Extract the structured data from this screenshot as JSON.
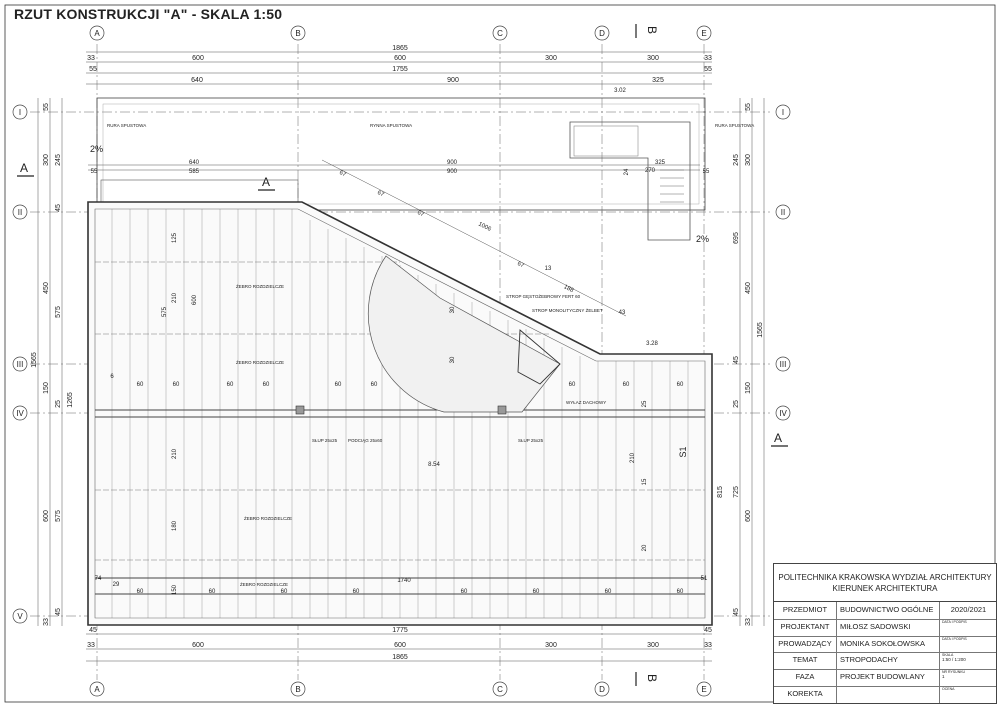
{
  "title": "RZUT KONSTRUKCJI \"A\" - SKALA 1:50",
  "axes_letters": [
    "A",
    "B",
    "C",
    "D",
    "E"
  ],
  "axes_roman": [
    "I",
    "II",
    "III",
    "IV",
    "V"
  ],
  "section_marks": {
    "a": "A",
    "b": "B"
  },
  "dims_top": {
    "total": "1865",
    "row2": [
      "33",
      "600",
      "600",
      "300",
      "300",
      "33"
    ],
    "row3": [
      "55",
      "1755",
      "55"
    ],
    "row4": [
      "640",
      "900",
      "325"
    ]
  },
  "dims_bottom": {
    "row1": [
      "45",
      "1775",
      "45"
    ],
    "row2": [
      "33",
      "600",
      "600",
      "300",
      "300",
      "33"
    ],
    "total": "1865"
  },
  "dims_left_outer": [
    "1565"
  ],
  "dims_left": [
    "55",
    "245",
    "300",
    "45",
    "450",
    "575",
    "1265",
    "150",
    "25",
    "600",
    "575",
    "45",
    "33"
  ],
  "dims_right": [
    "55",
    "245",
    "300",
    "695",
    "450",
    "1565",
    "45",
    "150",
    "25",
    "815",
    "725",
    "600",
    "45",
    "33"
  ],
  "inner_dims": [
    "640",
    "585",
    "900",
    "900",
    "55",
    "55",
    "3.02",
    "3.28",
    "8.54",
    "1006",
    "188",
    "13",
    "43",
    "600",
    "575",
    "210",
    "125",
    "210",
    "180",
    "210",
    "150",
    "20",
    "15",
    "25",
    "6",
    "29",
    "74",
    "51",
    "1740",
    "270",
    "325",
    "67",
    "60",
    "30",
    "24",
    "S1"
  ],
  "labels": {
    "rura1": "RURA SPUSTOWA",
    "rura2": "RURA SPUSTOWA",
    "rynna": "RYNNA SPUSTOWA",
    "zebro": "ŻEBRO ROZDZIELCZE",
    "strop_geo": "STROP GĘSTOŻEBROWY FERT 60",
    "strop_mono": "STROP MONOLITYCZNY ŻELBET",
    "wylaz": "WYŁAZ DACHOWY",
    "slup": "SŁUP 25x25",
    "podciag": "PODCIĄG 25x60",
    "slope": "2%"
  },
  "titleblock": {
    "header_line1": "POLITECHNIKA KRAKOWSKA WYDZIAŁ ARCHITEKTURY",
    "header_line2": "KIERUNEK ARCHITEKTURA",
    "rows": [
      {
        "label": "PRZEDMIOT",
        "value": "BUDOWNICTWO OGÓLNE",
        "cell_big": "2020/2021"
      },
      {
        "label": "PROJEKTANT",
        "value": "MIŁOSZ SADOWSKI",
        "cell_caption": "DATA I PODPIS"
      },
      {
        "label": "PROWADZĄCY",
        "value": "MONIKA SOKOŁOWSKA",
        "cell_caption": "DATA I PODPIS"
      },
      {
        "label": "TEMAT",
        "value": "STROPODACHY",
        "cell_caption": "SKALA",
        "cell_value": "1:50 / 1:200"
      },
      {
        "label": "FAZA",
        "value": "PROJEKT BUDOWLANY",
        "cell_caption": "NR RYSUNKU",
        "cell_value": "1"
      },
      {
        "label": "KOREKTA",
        "value": "",
        "cell_caption": "OCENA"
      }
    ]
  }
}
